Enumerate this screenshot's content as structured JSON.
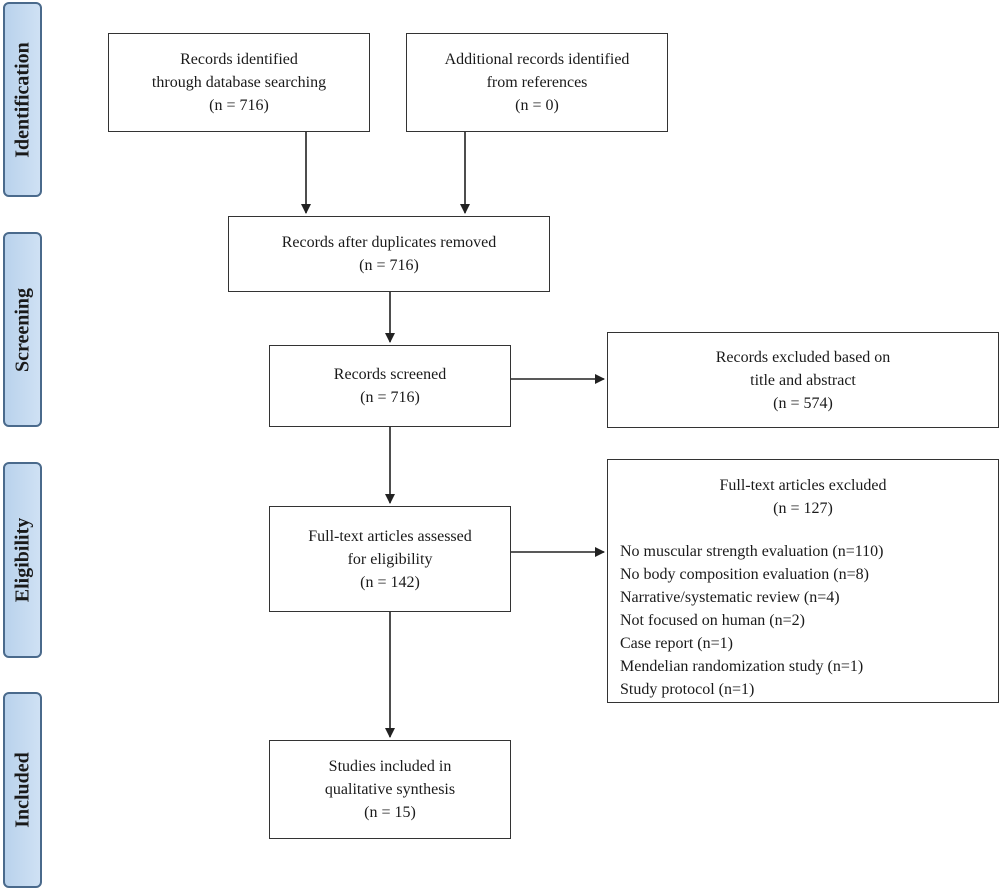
{
  "phases": {
    "identification": "Identification",
    "screening": "Screening",
    "eligibility": "Eligibility",
    "included": "Included"
  },
  "boxes": {
    "database": {
      "lines": [
        "Records identified",
        "through database searching"
      ],
      "count": "(n = 716)"
    },
    "additional": {
      "lines": [
        "Additional records identified",
        "from references"
      ],
      "count": "(n = 0)"
    },
    "duplicates": {
      "lines": [
        "Records after duplicates removed"
      ],
      "count": "(n = 716)"
    },
    "screened": {
      "lines": [
        "Records screened"
      ],
      "count": "(n = 716)"
    },
    "excluded_title": {
      "lines": [
        "Records excluded based on",
        "title and abstract"
      ],
      "count": "(n = 574)"
    },
    "fulltext": {
      "lines": [
        "Full-text articles assessed",
        "for eligibility"
      ],
      "count": "(n = 142)"
    },
    "fulltext_excluded": {
      "title": "Full-text articles excluded",
      "count": "(n = 127)",
      "reasons": [
        "No muscular strength evaluation (n=110)",
        "No body composition evaluation (n=8)",
        "Narrative/systematic review (n=4)",
        "Not focused on human (n=2)",
        "Case report (n=1)",
        "Mendelian randomization study (n=1)",
        "Study protocol (n=1)"
      ]
    },
    "included": {
      "lines": [
        "Studies included in",
        "qualitative synthesis"
      ],
      "count": "(n = 15)"
    }
  }
}
